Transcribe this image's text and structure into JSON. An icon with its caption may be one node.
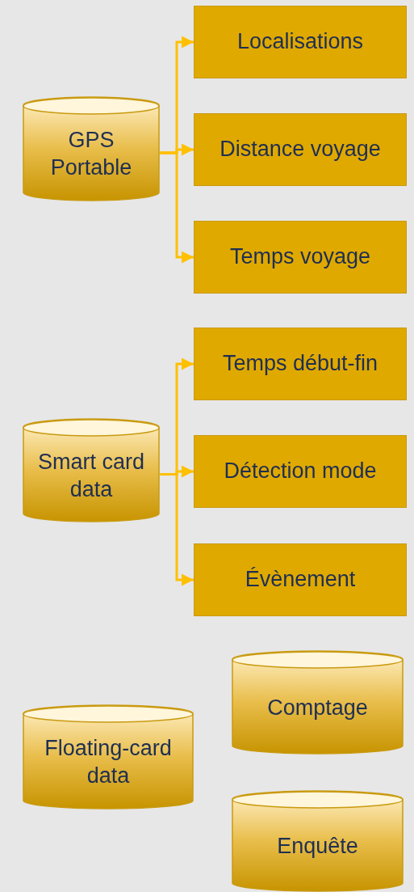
{
  "diagram": {
    "nodes": [
      {
        "text": [
          "GPS Portable"
        ]
      },
      {
        "text": [
          "Localisations"
        ]
      },
      {
        "text": [
          "Distance voyage"
        ]
      },
      {
        "text": [
          "Temps voyage"
        ]
      },
      {
        "text": [
          "Smart card data"
        ]
      },
      {
        "text": [
          "Temps début-fin"
        ]
      },
      {
        "text": [
          "Détection mode"
        ]
      },
      {
        "text": [
          "Évènement"
        ]
      },
      {
        "text": [
          "Comptage"
        ]
      },
      {
        "text": [
          "Floating-card data"
        ]
      },
      {
        "text": [
          "Enquête"
        ]
      }
    ],
    "edges": [
      {
        "from": 0,
        "to": 1,
        "arrow": "to"
      },
      {
        "from": 0,
        "to": 2,
        "arrow": "to"
      },
      {
        "from": 0,
        "to": 3,
        "arrow": "to"
      },
      {
        "from": 4,
        "to": 5,
        "arrow": "to"
      },
      {
        "from": 4,
        "to": 6,
        "arrow": "to"
      },
      {
        "from": 4,
        "to": 7,
        "arrow": "to"
      }
    ]
  }
}
